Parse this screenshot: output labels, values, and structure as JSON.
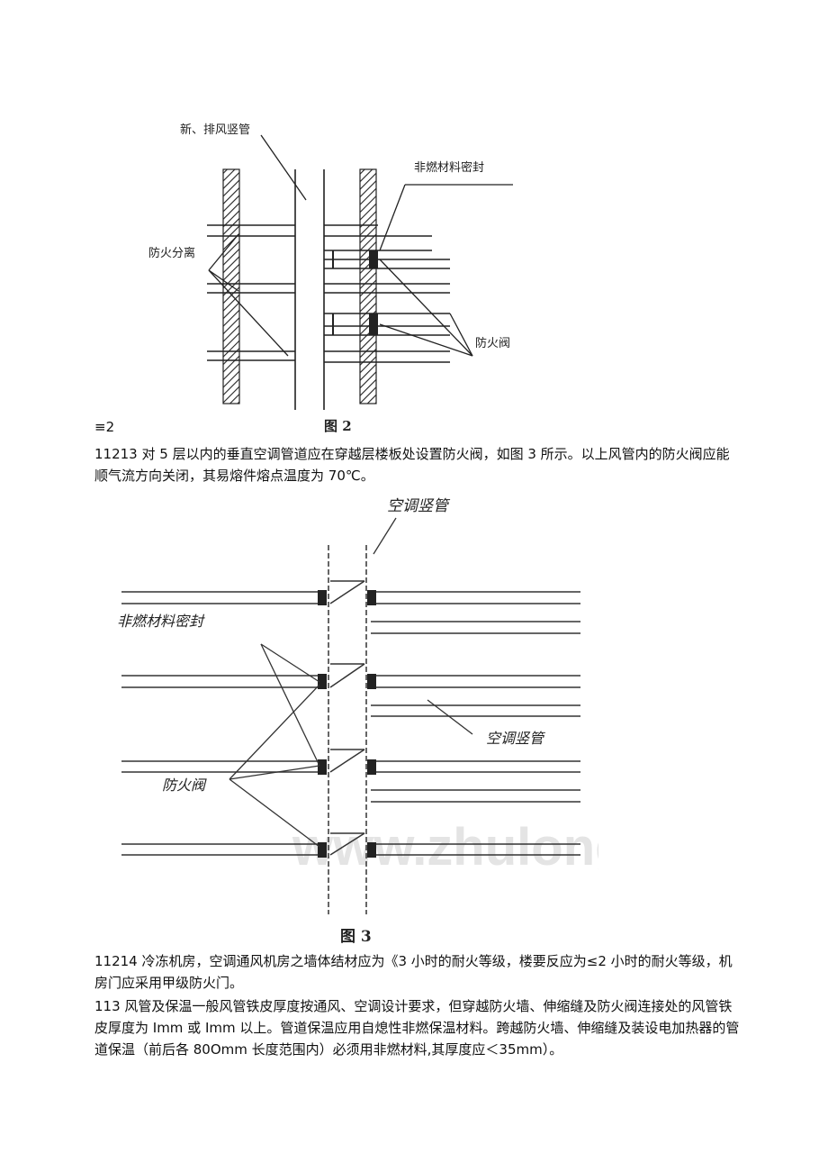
{
  "figure2": {
    "labels": {
      "pipe": "新、排风竖管",
      "seal": "非燃材料密封",
      "separation": "防火分离",
      "damper": "防火阀"
    },
    "caption": "图 2"
  },
  "fig2_ref": "≡2",
  "para1": "11213 对 5 层以内的垂直空调管道应在穿越层楼板处设置防火阀，如图 3 所示。以上风管内的防火阀应能顺气流方向关闭，其易熔件熔点温度为 70℃。",
  "figure3": {
    "labels": {
      "duct_top": "空调竖管",
      "seal": "非燃材料密封",
      "duct_right": "空调竖管",
      "damper": "防火阀"
    },
    "caption": "图 3",
    "watermark": "www.zhulong"
  },
  "para2": "11214 冷冻机房，空调通风机房之墙体结材应为《3 小时的耐火等级，楼要反应为≤2 小时的耐火等级，机房门应采用甲级防火门。",
  "para3": "113 风管及保温一般风管铁皮厚度按通风、空调设计要求，但穿越防火墙、伸缩缝及防火阀连接处的风管铁皮厚度为 Imm 或 Imm 以上。管道保温应用自熄性非燃保温材料。跨越防火墙、伸缩缝及装设电加热器的管道保温（前后各 80Omm 长度范围内）必须用非燃材料,其厚度应＜35mm）。"
}
